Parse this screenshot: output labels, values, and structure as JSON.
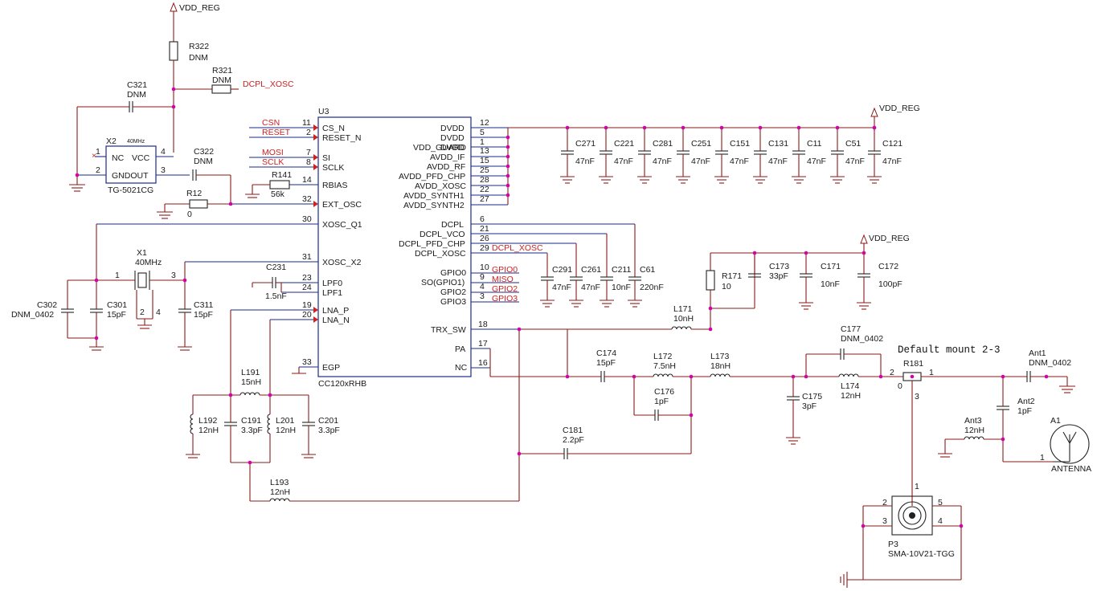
{
  "nets": {
    "vdd_reg": "VDD_REG",
    "dcpl_xosc": "DCPL_XOSC",
    "csn": "CSN",
    "reset": "RESET",
    "mosi": "MOSI",
    "sclk": "SCLK",
    "gpio0": "GPIO0",
    "miso": "MISO",
    "gpio2": "GPIO2",
    "gpio3": "GPIO3"
  },
  "ic": {
    "ref": "U3",
    "part": "CC120xRHB",
    "left_pins": [
      {
        "num": "11",
        "name": "CS_N"
      },
      {
        "num": "2",
        "name": "RESET_N"
      },
      {
        "num": "7",
        "name": "SI"
      },
      {
        "num": "8",
        "name": "SCLK"
      },
      {
        "num": "14",
        "name": "RBIAS"
      },
      {
        "num": "32",
        "name": "EXT_OSC"
      },
      {
        "num": "30",
        "name": "XOSC_Q1"
      },
      {
        "num": "31",
        "name": "XOSC_X2"
      },
      {
        "num": "23",
        "name": "LPF0"
      },
      {
        "num": "24",
        "name": "LPF1"
      },
      {
        "num": "19",
        "name": "LNA_P"
      },
      {
        "num": "20",
        "name": "LNA_N"
      },
      {
        "num": "33",
        "name": "EGP"
      }
    ],
    "right_pins": [
      {
        "num": "12",
        "name": "DVDD"
      },
      {
        "num": "5",
        "name": "DVDD"
      },
      {
        "num": "1",
        "name": "DVDD"
      },
      {
        "num": "13",
        "name": "VDD_GUARD"
      },
      {
        "num": "15",
        "name": "AVDD_IF"
      },
      {
        "num": "25",
        "name": "AVDD_RF"
      },
      {
        "num": "28",
        "name": "AVDD_PFD_CHP"
      },
      {
        "num": "22",
        "name": "AVDD_XOSC"
      },
      {
        "num": "27",
        "name": "AVDD_SYNTH1"
      },
      {
        "num": "",
        "name": "AVDD_SYNTH2"
      },
      {
        "num": "6",
        "name": "DCPL"
      },
      {
        "num": "21",
        "name": "DCPL_VCO"
      },
      {
        "num": "26",
        "name": "DCPL_PFD_CHP"
      },
      {
        "num": "29",
        "name": "DCPL_XOSC"
      },
      {
        "num": "10",
        "name": "GPIO0"
      },
      {
        "num": "9",
        "name": "SO(GPIO1)"
      },
      {
        "num": "4",
        "name": "GPIO2"
      },
      {
        "num": "3",
        "name": "GPIO3"
      },
      {
        "num": "18",
        "name": "TRX_SW"
      },
      {
        "num": "17",
        "name": "PA"
      },
      {
        "num": "16",
        "name": "NC"
      }
    ]
  },
  "x2": {
    "ref": "X2",
    "freq": "40MHz",
    "part": "TG-5021CG",
    "pins": {
      "nc": "NC",
      "vcc": "VCC",
      "gnd": "GNDOUT",
      "p1": "1",
      "p2": "2",
      "p3": "3",
      "p4": "4"
    }
  },
  "x1": {
    "ref": "X1",
    "value": "40MHz",
    "pins": [
      "1",
      "2",
      "3",
      "4"
    ]
  },
  "resistors": [
    {
      "ref": "R322",
      "value": "DNM"
    },
    {
      "ref": "R321",
      "value": "DNM"
    },
    {
      "ref": "R141",
      "value": "56k"
    },
    {
      "ref": "R12",
      "value": "0"
    },
    {
      "ref": "R171",
      "value": "10"
    }
  ],
  "caps_top": [
    {
      "ref": "C321",
      "value": "DNM"
    },
    {
      "ref": "C322",
      "value": "DNM"
    }
  ],
  "decoupling": [
    {
      "ref": "C271",
      "value": "47nF"
    },
    {
      "ref": "C221",
      "value": "47nF"
    },
    {
      "ref": "C281",
      "value": "47nF"
    },
    {
      "ref": "C251",
      "value": "47nF"
    },
    {
      "ref": "C151",
      "value": "47nF"
    },
    {
      "ref": "C131",
      "value": "47nF"
    },
    {
      "ref": "C11",
      "value": "47nF"
    },
    {
      "ref": "C51",
      "value": "47nF"
    },
    {
      "ref": "C121",
      "value": "47nF"
    }
  ],
  "dcpl_caps": [
    {
      "ref": "C291",
      "value": "47nF"
    },
    {
      "ref": "C261",
      "value": "47nF"
    },
    {
      "ref": "C211",
      "value": "10nF"
    },
    {
      "ref": "C61",
      "value": "220nF"
    }
  ],
  "pa_supply": [
    {
      "ref": "C173",
      "value": "33pF"
    },
    {
      "ref": "C171",
      "value": "10nF"
    },
    {
      "ref": "C172",
      "value": "100pF"
    }
  ],
  "xtal_caps": [
    {
      "ref": "C302",
      "value": "DNM_0402"
    },
    {
      "ref": "C301",
      "value": "15pF"
    },
    {
      "ref": "C311",
      "value": "15pF"
    },
    {
      "ref": "C231",
      "value": "1.5nF"
    }
  ],
  "lna": [
    {
      "ref": "L191",
      "value": "15nH"
    },
    {
      "ref": "L192",
      "value": "12nH"
    },
    {
      "ref": "C191",
      "value": "3.3pF"
    },
    {
      "ref": "L201",
      "value": "12nH"
    },
    {
      "ref": "C201",
      "value": "3.3pF"
    },
    {
      "ref": "L193",
      "value": "12nH"
    }
  ],
  "rf_chain": [
    {
      "ref": "L171",
      "value": "10nH"
    },
    {
      "ref": "C174",
      "value": "15pF"
    },
    {
      "ref": "L172",
      "value": "7.5nH"
    },
    {
      "ref": "C176",
      "value": "1pF"
    },
    {
      "ref": "L173",
      "value": "18nH"
    },
    {
      "ref": "C175",
      "value": "3pF"
    },
    {
      "ref": "C177",
      "value": "DNM_0402"
    },
    {
      "ref": "L174",
      "value": "12nH"
    },
    {
      "ref": "C181",
      "value": "2.2pF"
    }
  ],
  "switch": {
    "ref": "R181",
    "note": "Default mount 2-3",
    "pin2": "2",
    "pin1": "1",
    "pin3": "3",
    "val": "0"
  },
  "antenna_net": [
    {
      "ref": "Ant1",
      "value": "DNM_0402"
    },
    {
      "ref": "Ant2",
      "value": "1pF"
    },
    {
      "ref": "Ant3",
      "value": "12nH"
    }
  ],
  "antenna": {
    "ref": "A1",
    "label": "ANTENNA",
    "pin": "1"
  },
  "connector": {
    "ref": "P3",
    "part": "SMA-10V21-TGG",
    "pins": [
      "1",
      "2",
      "3",
      "4",
      "5"
    ]
  }
}
